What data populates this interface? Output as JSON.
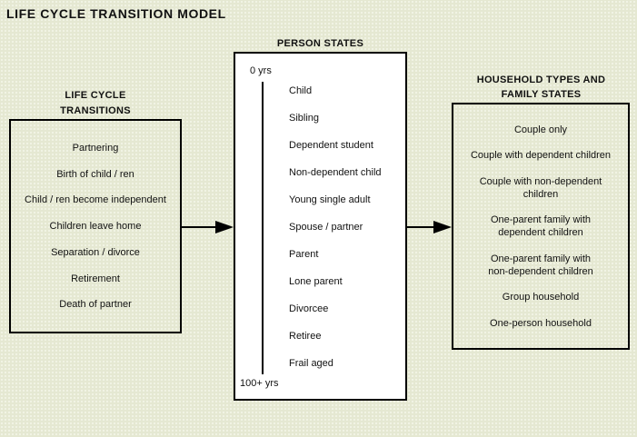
{
  "title": "LIFE CYCLE TRANSITION MODEL",
  "colors": {
    "background": "#e5e8d2",
    "box_fill": "#ffffff",
    "border": "#000000",
    "text": "#111111"
  },
  "left_panel": {
    "header_line1": "LIFE CYCLE",
    "header_line2": "TRANSITIONS",
    "items": [
      "Partnering",
      "Birth of child / ren",
      "Child / ren become independent",
      "Children leave home",
      "Separation / divorce",
      "Retirement",
      "Death of partner"
    ]
  },
  "person_states": {
    "header": "PERSON STATES",
    "axis_top_label": "0 yrs",
    "axis_bottom_label": "100+ yrs",
    "items": [
      "Child",
      "Sibling",
      "Dependent student",
      "Non-dependent child",
      "Young single adult",
      "Spouse / partner",
      "Parent",
      "Lone parent",
      "Divorcee",
      "Retiree",
      "Frail aged"
    ]
  },
  "household_panel": {
    "header_line1": "HOUSEHOLD TYPES AND",
    "header_line2": "FAMILY STATES",
    "items": [
      {
        "lines": [
          "Couple only"
        ]
      },
      {
        "lines": [
          "Couple with dependent children"
        ]
      },
      {
        "lines": [
          "Couple with non-dependent",
          "children"
        ]
      },
      {
        "lines": [
          "One-parent family with",
          "dependent children"
        ]
      },
      {
        "lines": [
          "One-parent family with",
          "non-dependent children"
        ]
      },
      {
        "lines": [
          "Group household"
        ]
      },
      {
        "lines": [
          "One-person household"
        ]
      }
    ]
  }
}
